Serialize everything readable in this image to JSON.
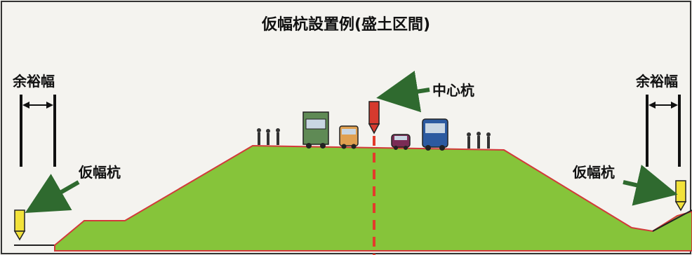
{
  "title": "仮幅杭設置例(盛土区間)",
  "labels": {
    "margin_left": "余裕幅",
    "margin_right": "余裕幅",
    "stake_left": "仮幅杭",
    "stake_right": "仮幅杭",
    "center_stake": "中心杭"
  },
  "colors": {
    "embankment": "#86c43a",
    "embankment_edge": "#d23a3a",
    "centerline": "#e33b2b",
    "temp_stake": "#f2e23a",
    "center_stake": "#d63a2e",
    "arrow": "#2f6a2f",
    "frame": "#333333"
  },
  "icons": [
    "truck-icon",
    "van-icon",
    "car-icon",
    "bus-icon",
    "pedestrian-icon"
  ]
}
